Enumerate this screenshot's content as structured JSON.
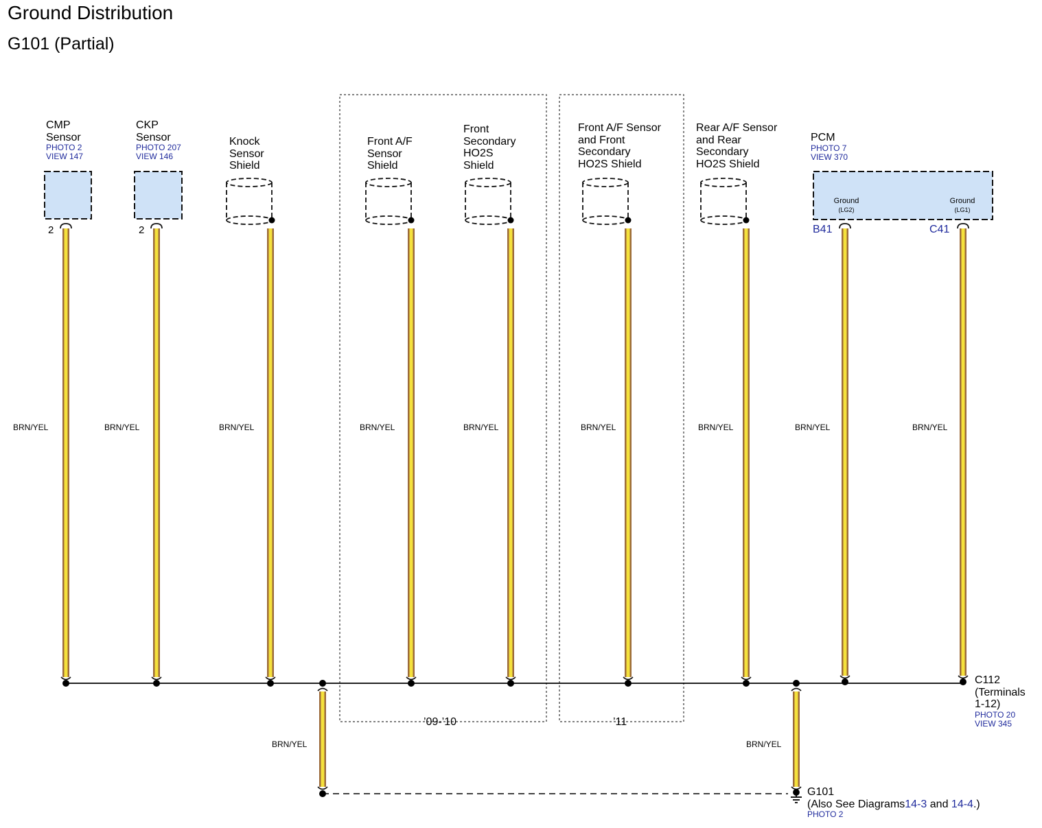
{
  "title": "Ground Distribution",
  "subtitle": "G101 (Partial)",
  "wire_color": "BRN/YEL",
  "components": {
    "cmp": {
      "name_line1": "CMP",
      "name_line2": "Sensor",
      "ref1": "PHOTO 2",
      "ref2": "VIEW 147",
      "pin": "2"
    },
    "ckp": {
      "name_line1": "CKP",
      "name_line2": "Sensor",
      "ref1": "PHOTO 207",
      "ref2": "VIEW 146",
      "pin": "2"
    },
    "knock": {
      "line1": "Knock",
      "line2": "Sensor",
      "line3": "Shield"
    },
    "front_af": {
      "line1": "Front A/F",
      "line2": "Sensor",
      "line3": "Shield"
    },
    "front_sec": {
      "line1": "Front",
      "line2": "Secondary",
      "line3": "HO2S",
      "line4": "Shield"
    },
    "front_af_11": {
      "line1": "Front A/F Sensor",
      "line2": "and Front",
      "line3": "Secondary",
      "line4": "HO2S Shield"
    },
    "rear_af": {
      "line1": "Rear A/F Sensor",
      "line2": "and Rear",
      "line3": "Secondary",
      "line4": "HO2S Shield"
    },
    "pcm": {
      "name": "PCM",
      "ref1": "PHOTO 7",
      "ref2": "VIEW 370",
      "ground_label": "Ground",
      "lg2": "(LG2)",
      "lg1": "(LG1)",
      "pin_b": "B41",
      "pin_c": "C41"
    }
  },
  "model_years": {
    "group1": "’09-’10",
    "group2": "’11"
  },
  "connector": {
    "name": "C112",
    "line2": "(Terminals",
    "line3": "1-12)",
    "ref1": "PHOTO 20",
    "ref2": "VIEW 345"
  },
  "ground": {
    "name": "G101",
    "note_prefix": "(Also See Diagrams",
    "link1": "14-3",
    "note_mid": "and",
    "link2": "14-4",
    "note_suffix": ".)",
    "ref": "PHOTO 2"
  },
  "colors": {
    "wire_fill": "#f5e13c",
    "wire_edge": "#9b6a3a",
    "component_fill": "#cfe2f7",
    "reference_text": "#1f2a9c"
  }
}
